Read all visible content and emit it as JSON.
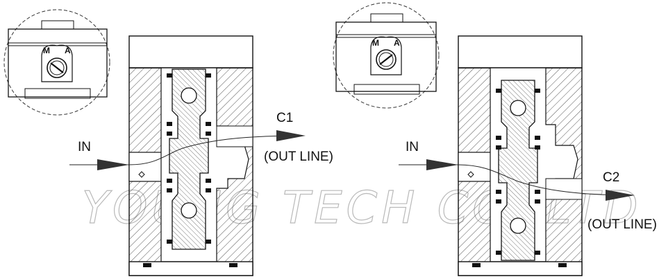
{
  "watermark": "YOUNG TECH CO.,LTD",
  "left": {
    "inlet_label": "IN",
    "outlet_label": "C1",
    "outlet_sub": "(OUT LINE)",
    "knob_left_letter": "M",
    "knob_right_letter": "A"
  },
  "right": {
    "inlet_label": "IN",
    "outlet_label": "C2",
    "outlet_sub": "(OUT LINE)",
    "knob_left_letter": "M",
    "knob_right_letter": "A"
  },
  "colors": {
    "line": "#111111",
    "hatch": "#555555",
    "watermark": "#b9b9b9"
  }
}
